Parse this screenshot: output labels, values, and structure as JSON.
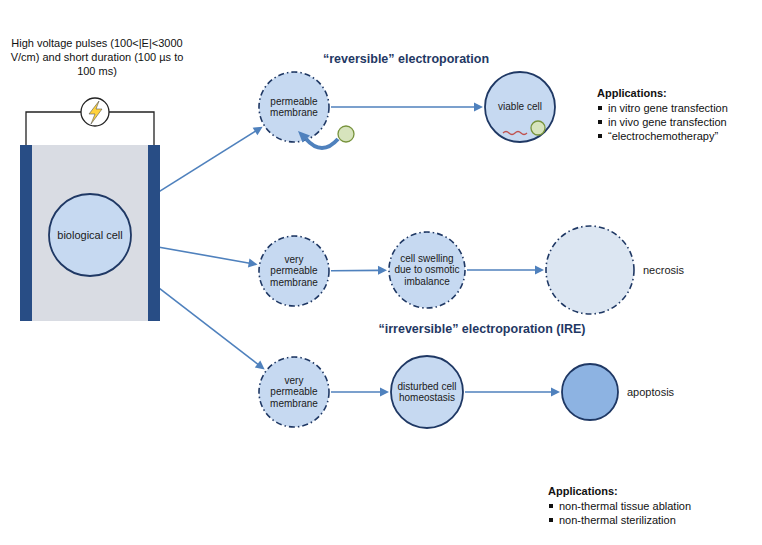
{
  "diagram": {
    "nodes": [
      {
        "text": [
          "biological cell"
        ]
      },
      {
        "text": [
          "“reversible” electroporation"
        ]
      },
      {
        "text": [
          "permeable membrane"
        ],
        "in": 1
      },
      {
        "text": [
          "viable cell"
        ],
        "in": 1
      },
      {
        "text": [
          "“irreversible” electroporation (IRE)"
        ]
      },
      {
        "text": [
          "very permeable membrane"
        ],
        "in": 4
      },
      {
        "text": [
          "cell swelling due to osmotic imbalance"
        ],
        "in": 4
      },
      {
        "text": [
          "necrosis"
        ],
        "in": 4
      },
      {
        "text": [
          "very permeable membrane"
        ],
        "in": 4
      },
      {
        "text": [
          "disturbed cell homeostasis"
        ],
        "in": 4
      },
      {
        "text": [
          "apoptosis"
        ],
        "in": 4
      }
    ],
    "edges": [
      {
        "from": 0,
        "to": 2,
        "arrow": "to"
      },
      {
        "from": 0,
        "to": 5,
        "arrow": "to"
      },
      {
        "from": 0,
        "to": 8,
        "arrow": "to"
      },
      {
        "from": 2,
        "to": 3,
        "arrow": "to"
      },
      {
        "from": 5,
        "to": 6,
        "arrow": "to"
      },
      {
        "from": 6,
        "to": 7,
        "arrow": "to"
      },
      {
        "from": 8,
        "to": 9,
        "arrow": "to"
      },
      {
        "from": 9,
        "to": 10,
        "arrow": "to"
      }
    ],
    "labels": [
      "High voltage pulses (100<|E|<3000 V/cm) and short duration (100 µs to 100 ms)",
      "Applications:",
      "in vitro gene transfection",
      "in vivo gene transfection",
      "“electrochemotherapy”",
      "Applications:",
      "non-thermal tissue ablation",
      "non-thermal sterilization"
    ]
  }
}
